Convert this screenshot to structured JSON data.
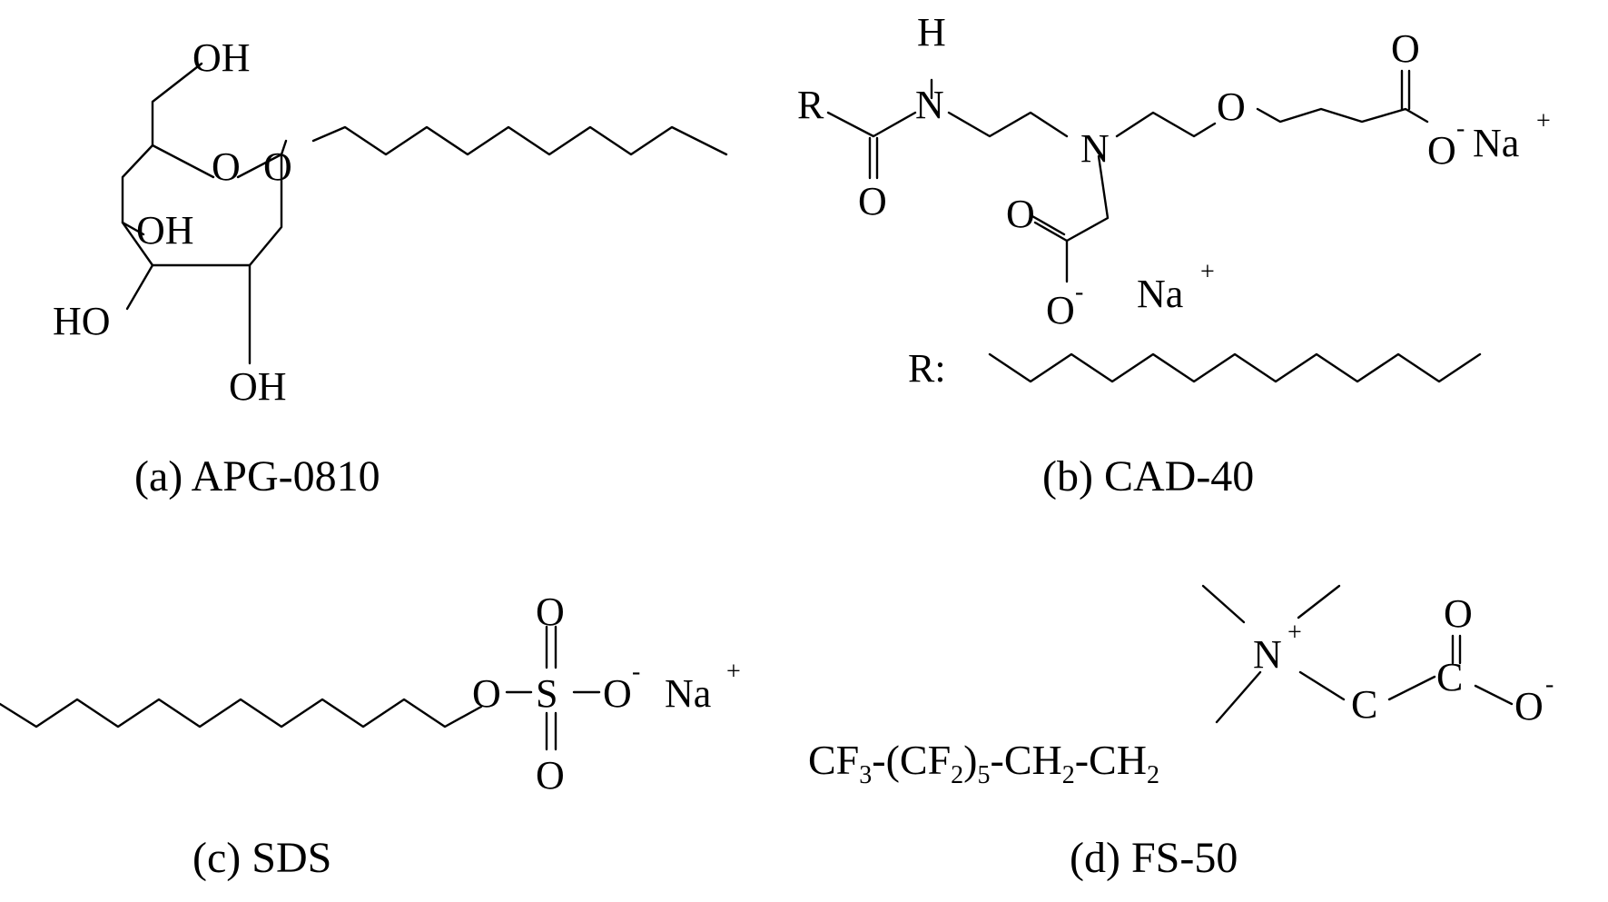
{
  "panels": {
    "a": {
      "caption": "(a) APG-0810",
      "labels": {
        "oh_top": "OH",
        "o_ring": "O",
        "o_link": "O",
        "oh_c3": "OH",
        "ho_c4": "HO",
        "oh_c2": "OH"
      }
    },
    "b": {
      "caption": "(b) CAD-40",
      "labels": {
        "h": "H",
        "r": "R",
        "n1": "N",
        "o_amide": "O",
        "n2": "N",
        "o_ether": "O",
        "o_top": "O",
        "o_minus": "O",
        "o_minus_charge": "-",
        "na1": "Na",
        "na1_charge": "+",
        "o_left": "O",
        "o_bottom": "O",
        "o_bottom_charge": "-",
        "na2": "Na",
        "na2_charge": "+",
        "r_def": "R:"
      }
    },
    "c": {
      "caption": "(c) SDS",
      "labels": {
        "o_ester": "O",
        "s": "S",
        "o_top": "O",
        "o_bottom": "O",
        "o_minus": "O",
        "o_minus_charge": "-",
        "na": "Na",
        "na_charge": "+"
      }
    },
    "d": {
      "caption": "(d) FS-50",
      "labels": {
        "n": "N",
        "n_charge": "+",
        "c1": "C",
        "c2": "C",
        "o_top": "O",
        "o_minus": "O",
        "o_minus_charge": "-",
        "f_cf": "CF",
        "f_3": "3",
        "f_mid1": "-(CF",
        "f_2a": "2",
        "f_mid2": ")",
        "f_5": "5",
        "f_mid3": "-CH",
        "f_2b": "2",
        "f_mid4": "-CH",
        "f_2c": "2"
      }
    }
  }
}
